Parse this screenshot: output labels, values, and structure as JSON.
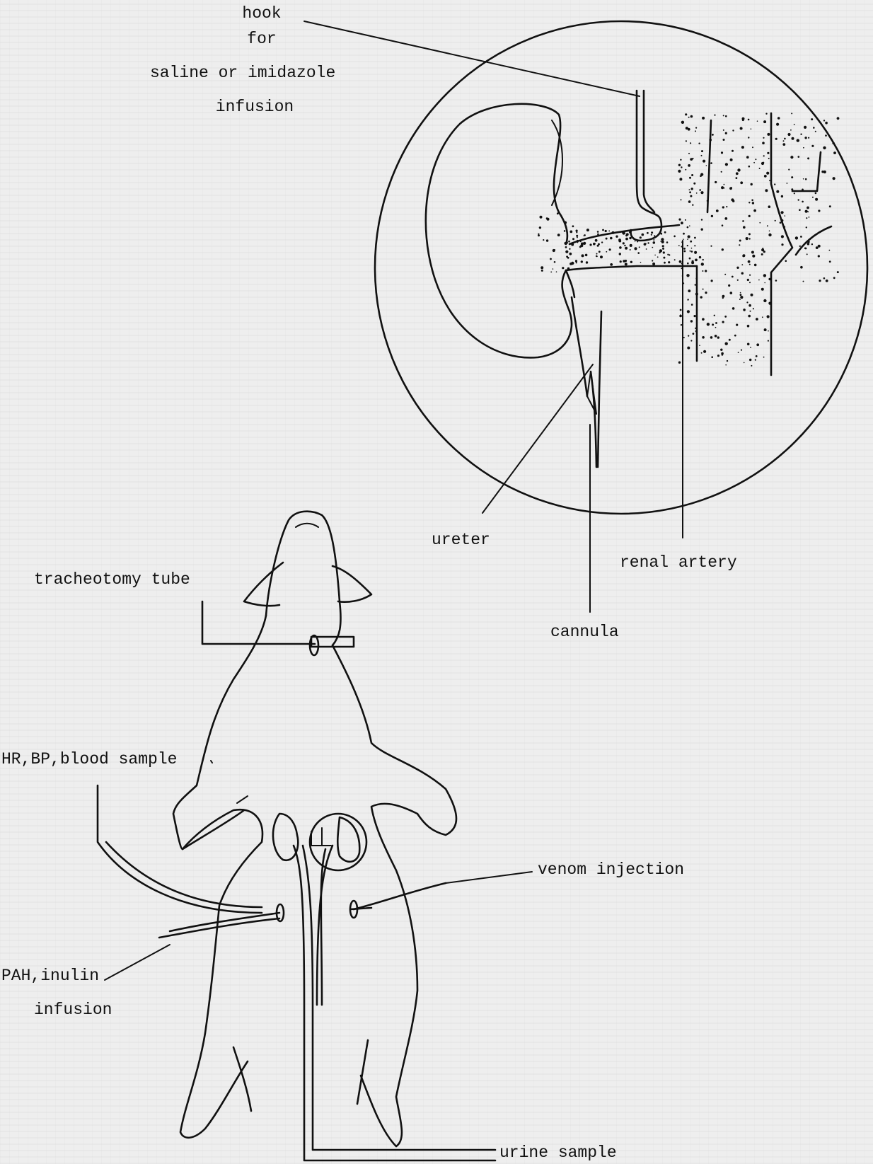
{
  "labels": {
    "hook_line1": "hook",
    "hook_line2": "for",
    "hook_line3": "saline or imidazole",
    "hook_line4": "infusion",
    "ureter": "ureter",
    "renal_artery": "renal artery",
    "cannula": "cannula",
    "tracheotomy_tube": "tracheotomy tube",
    "hr_bp": "HR,BP,blood sample",
    "venom_injection": "venom injection",
    "pah_line1": "PAH,inulin",
    "pah_line2": "infusion",
    "urine_sample": "urine sample"
  }
}
